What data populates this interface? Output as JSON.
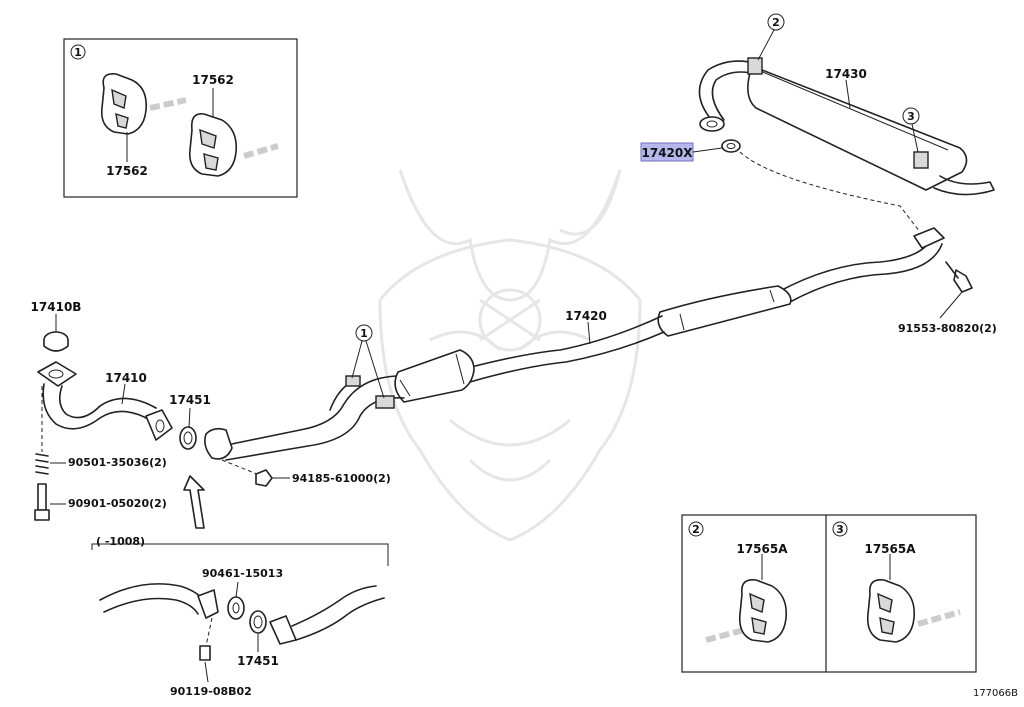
{
  "diagram_id": "177066B",
  "parts": {
    "p17562_a": "17562",
    "p17562_b": "17562",
    "p17430": "17430",
    "p17420x": "17420X",
    "p17410b": "17410B",
    "p17410": "17410",
    "p17451_a": "17451",
    "p17451_b": "17451",
    "p17420": "17420",
    "p91553": "91553-80820(2)",
    "p90501": "90501-35036(2)",
    "p90901": "90901-05020(2)",
    "p94185": "94185-61000(2)",
    "p90461": "90461-15013",
    "p90119": "90119-08B02",
    "p17565a_2": "17565A",
    "p17565a_3": "17565A"
  },
  "callouts": {
    "c1_box": "1",
    "c1_main": "1",
    "c2_main": "2",
    "c3_main": "3",
    "c2_box": "2",
    "c3_box": "3"
  },
  "variant_note": "(  -1008)",
  "highlight_color": "#b7b7ee"
}
